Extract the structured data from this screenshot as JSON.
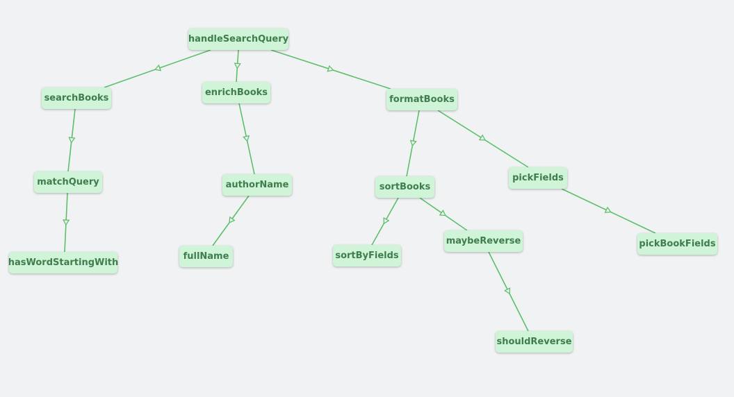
{
  "nodes": {
    "handleSearchQuery": "handleSearchQuery",
    "searchBooks": "searchBooks",
    "enrichBooks": "enrichBooks",
    "formatBooks": "formatBooks",
    "matchQuery": "matchQuery",
    "authorName": "authorName",
    "sortBooks": "sortBooks",
    "pickFields": "pickFields",
    "hasWordStartingWith": "hasWordStartingWith",
    "fullName": "fullName",
    "sortByFields": "sortByFields",
    "maybeReverse": "maybeReverse",
    "pickBookFields": "pickBookFields",
    "shouldReverse": "shouldReverse"
  },
  "edges": [
    [
      "handleSearchQuery",
      "searchBooks"
    ],
    [
      "handleSearchQuery",
      "enrichBooks"
    ],
    [
      "handleSearchQuery",
      "formatBooks"
    ],
    [
      "searchBooks",
      "matchQuery"
    ],
    [
      "matchQuery",
      "hasWordStartingWith"
    ],
    [
      "enrichBooks",
      "authorName"
    ],
    [
      "authorName",
      "fullName"
    ],
    [
      "formatBooks",
      "sortBooks"
    ],
    [
      "formatBooks",
      "pickFields"
    ],
    [
      "sortBooks",
      "sortByFields"
    ],
    [
      "sortBooks",
      "maybeReverse"
    ],
    [
      "maybeReverse",
      "shouldReverse"
    ],
    [
      "pickFields",
      "pickBookFields"
    ]
  ],
  "colors": {
    "node_bg": "#cff4d8",
    "node_text": "#3f7d4d",
    "edge": "#5cbf6a",
    "background": "#f1f2f4"
  }
}
